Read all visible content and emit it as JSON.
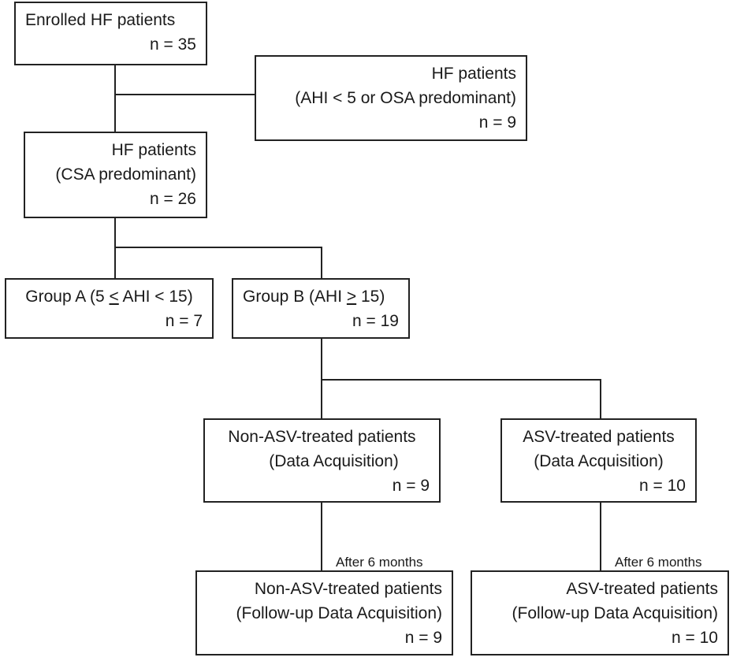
{
  "boxes": {
    "enrolled": {
      "title": "Enrolled HF patients",
      "n": "n = 35"
    },
    "excluded": {
      "title": "HF patients",
      "subtitle": "(AHI < 5 or OSA predominant)",
      "n": "n = 9"
    },
    "csa": {
      "title": "HF patients",
      "subtitle": "(CSA predominant)",
      "n": "n = 26"
    },
    "group_a": {
      "prefix": "Group A (5 ",
      "le": "<",
      "suffix": " AHI < 15)",
      "n": "n = 7"
    },
    "group_b": {
      "prefix": "Group B (AHI ",
      "ge": ">",
      "suffix": " 15)",
      "n": "n = 19"
    },
    "non_asv": {
      "title": "Non-ASV-treated patients",
      "subtitle": "(Data Acquisition)",
      "n": "n = 9"
    },
    "asv": {
      "title": "ASV-treated patients",
      "subtitle": "(Data Acquisition)",
      "n": "n = 10"
    },
    "non_asv_fu": {
      "title": "Non-ASV-treated patients",
      "subtitle": "(Follow-up Data Acquisition)",
      "n": "n = 9"
    },
    "asv_fu": {
      "title": "ASV-treated patients",
      "subtitle": "(Follow-up Data Acquisition)",
      "n": "n = 10"
    }
  },
  "notes": {
    "after_left": "After 6 months",
    "after_right": "After 6 months"
  }
}
